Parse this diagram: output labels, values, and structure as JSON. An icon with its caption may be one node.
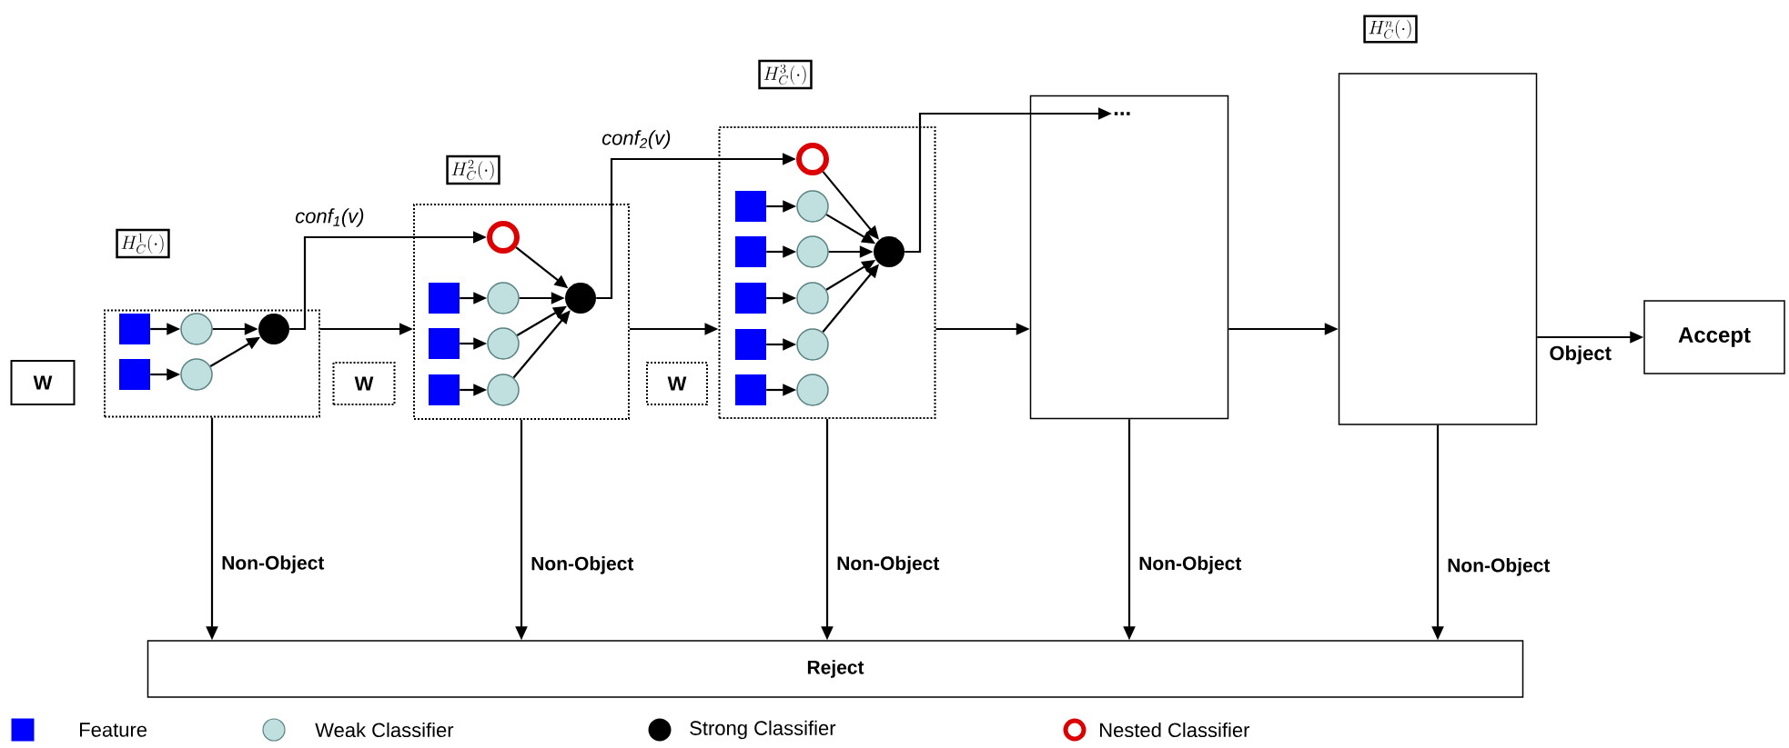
{
  "diagram": {
    "nodes": [
      {
        "text": [
          "W"
        ]
      },
      {
        "text": [
          "H_{C}^{1}(\\cdot)"
        ]
      },
      {
        "text": [],
        "shape": "box"
      },
      {
        "text": [],
        "shape": "box",
        "in": 2
      },
      {
        "text": [],
        "shape": "circle",
        "in": 2
      },
      {
        "text": [],
        "shape": "box",
        "in": 2
      },
      {
        "text": [],
        "shape": "circle",
        "in": 2
      },
      {
        "text": [],
        "shape": "circle",
        "in": 2
      },
      {
        "text": [
          "W"
        ]
      },
      {
        "text": [
          "H_{C}^{2}(\\cdot)"
        ]
      },
      {
        "text": [],
        "shape": "box"
      },
      {
        "text": [],
        "shape": "circle",
        "in": 10
      },
      {
        "text": [],
        "shape": "box",
        "in": 10
      },
      {
        "text": [],
        "shape": "circle",
        "in": 10
      },
      {
        "text": [],
        "shape": "box",
        "in": 10
      },
      {
        "text": [],
        "shape": "circle",
        "in": 10
      },
      {
        "text": [],
        "shape": "box",
        "in": 10
      },
      {
        "text": [],
        "shape": "circle",
        "in": 10
      },
      {
        "text": [],
        "shape": "circle",
        "in": 10
      },
      {
        "text": [
          "W"
        ]
      },
      {
        "text": [
          "H_{C}^{3}(\\cdot)"
        ]
      },
      {
        "text": [],
        "shape": "box"
      },
      {
        "text": [],
        "shape": "circle",
        "in": 21
      },
      {
        "text": [],
        "shape": "box",
        "in": 21
      },
      {
        "text": [],
        "shape": "circle",
        "in": 21
      },
      {
        "text": [],
        "shape": "box",
        "in": 21
      },
      {
        "text": [],
        "shape": "circle",
        "in": 21
      },
      {
        "text": [],
        "shape": "box",
        "in": 21
      },
      {
        "text": [],
        "shape": "circle",
        "in": 21
      },
      {
        "text": [],
        "shape": "box",
        "in": 21
      },
      {
        "text": [],
        "shape": "circle",
        "in": 21
      },
      {
        "text": [],
        "shape": "box",
        "in": 21
      },
      {
        "text": [],
        "shape": "circle",
        "in": 21
      },
      {
        "text": [],
        "shape": "circle",
        "in": 21
      },
      {
        "text": [],
        "shape": "box"
      },
      {
        "text": [
          "..."
        ],
        "in": 34
      },
      {
        "text": [
          "H_{C}^{n}(\\cdot)"
        ]
      },
      {
        "text": [],
        "shape": "box"
      },
      {
        "text": [
          "Accept"
        ]
      },
      {
        "text": [
          "Reject"
        ]
      }
    ],
    "edges": [
      {
        "from": 3,
        "to": 4,
        "arrow": "to"
      },
      {
        "from": 5,
        "to": 6,
        "arrow": "to"
      },
      {
        "from": 4,
        "to": 7,
        "arrow": "to"
      },
      {
        "from": 6,
        "to": 7,
        "arrow": "to"
      },
      {
        "from": 2,
        "to": 10,
        "arrow": "to"
      },
      {
        "from": 7,
        "to": 11,
        "arrow": "to",
        "label": "conf$_{1}$(v)"
      },
      {
        "from": 12,
        "to": 13,
        "arrow": "to"
      },
      {
        "from": 14,
        "to": 15,
        "arrow": "to"
      },
      {
        "from": 16,
        "to": 17,
        "arrow": "to"
      },
      {
        "from": 11,
        "to": 18,
        "arrow": "to"
      },
      {
        "from": 13,
        "to": 18,
        "arrow": "to"
      },
      {
        "from": 15,
        "to": 18,
        "arrow": "to"
      },
      {
        "from": 17,
        "to": 18,
        "arrow": "to"
      },
      {
        "from": 10,
        "to": 21,
        "arrow": "to"
      },
      {
        "from": 18,
        "to": 22,
        "arrow": "to",
        "label": "conf$_{2}$(v)"
      },
      {
        "from": 23,
        "to": 24,
        "arrow": "to"
      },
      {
        "from": 25,
        "to": 26,
        "arrow": "to"
      },
      {
        "from": 27,
        "to": 28,
        "arrow": "to"
      },
      {
        "from": 29,
        "to": 30,
        "arrow": "to"
      },
      {
        "from": 31,
        "to": 32,
        "arrow": "to"
      },
      {
        "from": 22,
        "to": 33,
        "arrow": "to"
      },
      {
        "from": 24,
        "to": 33,
        "arrow": "to"
      },
      {
        "from": 26,
        "to": 33,
        "arrow": "to"
      },
      {
        "from": 28,
        "to": 33,
        "arrow": "to"
      },
      {
        "from": 30,
        "to": 33,
        "arrow": "to"
      },
      {
        "from": 33,
        "to": 35,
        "arrow": "to"
      },
      {
        "from": 21,
        "to": 34,
        "arrow": "to"
      },
      {
        "from": 34,
        "to": 37,
        "arrow": "to"
      },
      {
        "from": 37,
        "to": 38,
        "arrow": "to",
        "label": "Object"
      },
      {
        "from": 2,
        "to": 39,
        "arrow": "to",
        "label": "Non-Object"
      },
      {
        "from": 10,
        "to": 39,
        "arrow": "to",
        "label": "Non-Object"
      },
      {
        "from": 21,
        "to": 39,
        "arrow": "to",
        "label": "Non-Object"
      },
      {
        "from": 34,
        "to": 39,
        "arrow": "to",
        "label": "Non-Object"
      },
      {
        "from": 37,
        "to": 39,
        "arrow": "to",
        "label": "Non-Object"
      }
    ],
    "legend": [
      {
        "text": "Feature",
        "color": "#0000ff"
      },
      {
        "text": "Weak Classifier",
        "color": "#c0e0e0"
      },
      {
        "text": "Strong Classifier",
        "color": "#000000"
      },
      {
        "text": "Nested Classifier",
        "color": "#dd0000"
      }
    ]
  }
}
